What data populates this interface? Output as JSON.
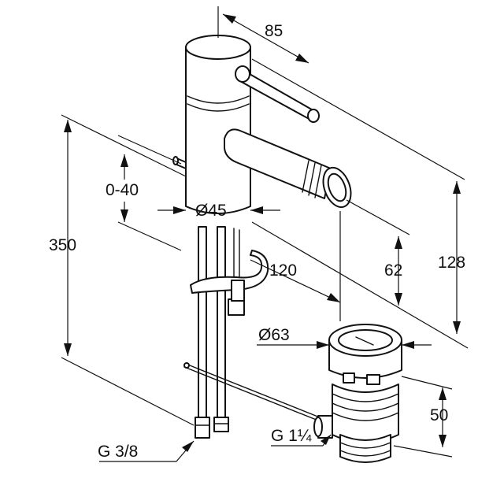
{
  "dimensions": {
    "spout_reach": "85",
    "lever_range": "0-40",
    "body_diameter": "Ø45",
    "total_height": "350",
    "waste_offset": "120",
    "spout_height": "62",
    "overall_height": "128",
    "waste_diameter": "Ø63",
    "waste_height": "50",
    "hose_thread": "G 3/8",
    "waste_thread": "G 1¼"
  }
}
